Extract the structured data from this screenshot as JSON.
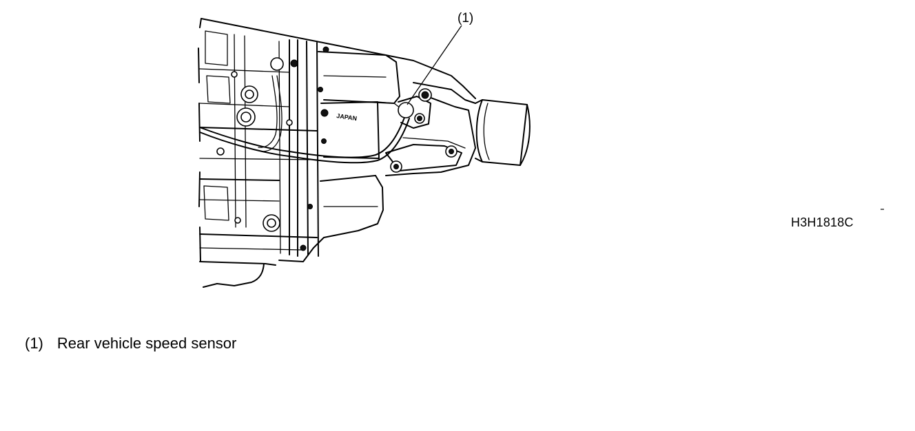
{
  "figure": {
    "callout": "(1)",
    "emboss_text": "JAPAN",
    "figure_code": "H3H1818C"
  },
  "legend": [
    {
      "num": "(1)",
      "label": "Rear vehicle speed sensor"
    }
  ]
}
